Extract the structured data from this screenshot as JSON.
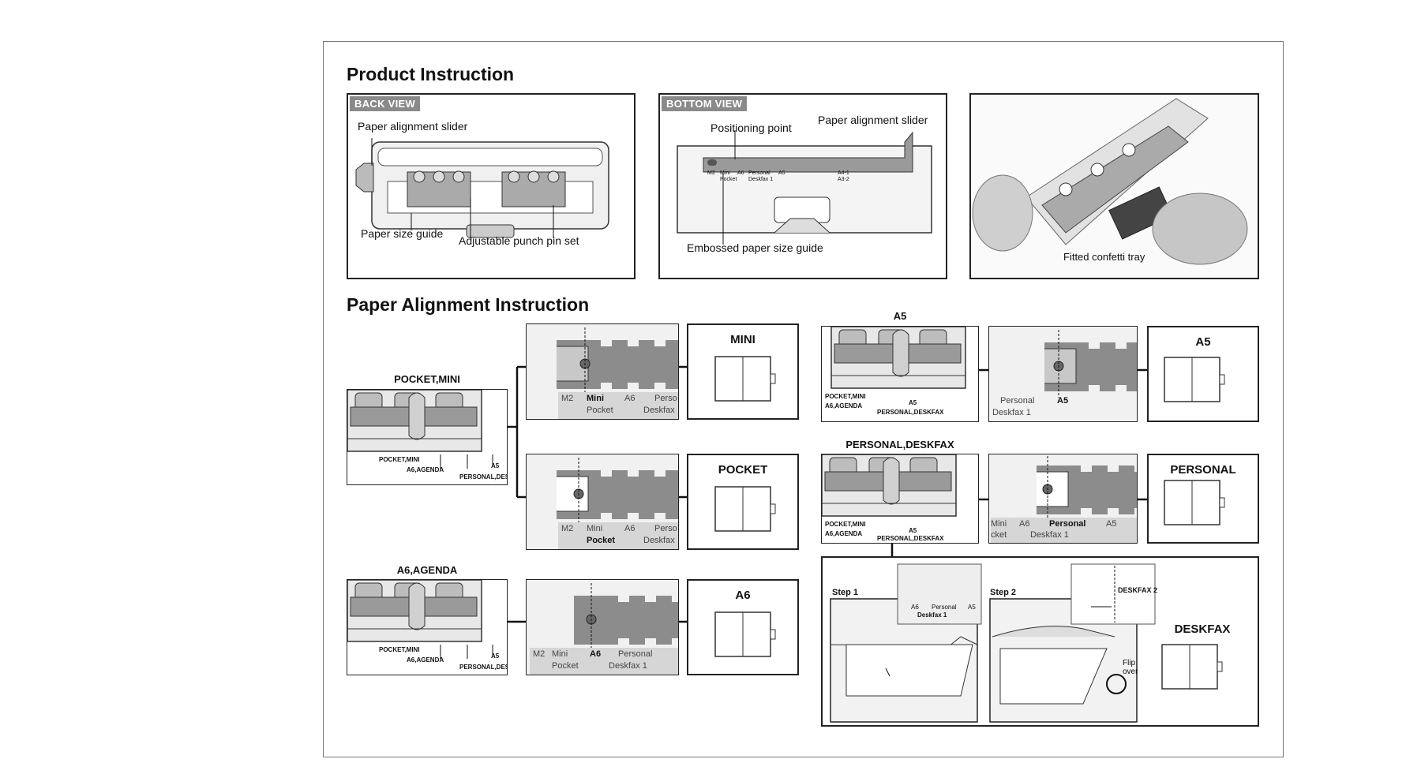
{
  "sections": {
    "product_title": "Product Instruction",
    "alignment_title": "Paper Alignment Instruction"
  },
  "back_view": {
    "tag": "BACK VIEW",
    "slider": "Paper alignment slider",
    "size_guide": "Paper size guide",
    "pin_set": "Adjustable punch pin set"
  },
  "bottom_view": {
    "tag": "BOTTOM VIEW",
    "positioning": "Positioning point",
    "slider": "Paper alignment slider",
    "embossed": "Embossed paper size guide",
    "scale": [
      "M2",
      "Mini",
      "A6",
      "Personal",
      "A5",
      "A4-1"
    ],
    "scale_sub": [
      "Pocket",
      "Deskfax 1",
      "A3-2"
    ]
  },
  "photo": {
    "caption": "Fitted confetti tray"
  },
  "groups": {
    "pocket_mini": "POCKET,MINI",
    "a6_agenda": "A6,AGENDA",
    "a5": "A5",
    "personal_deskfax": "PERSONAL,DESKFAX"
  },
  "punch_labels": {
    "pocket_mini": "POCKET,MINI",
    "a6_agenda": "A6,AGENDA",
    "a5": "A5",
    "personal": "PERSONAL,DESKFAX"
  },
  "sliders": {
    "mini": {
      "top": [
        "M2",
        "Mini",
        "A6",
        "Perso"
      ],
      "bottom": [
        "Pocket",
        "Deskfax"
      ]
    },
    "pocket": {
      "top": [
        "M2",
        "Mini",
        "A6",
        "Perso"
      ],
      "bottom": [
        "Pocket",
        "Deskfax"
      ]
    },
    "a6": {
      "top": [
        "M2",
        "Mini",
        "A6",
        "Personal"
      ],
      "bottom": [
        "Pocket",
        "Deskfax 1"
      ]
    },
    "a5": {
      "top": [
        "Personal",
        "A5"
      ],
      "bottom": [
        "Deskfax 1"
      ]
    },
    "personal": {
      "top": [
        "Mini",
        "A6",
        "Personal",
        "A5"
      ],
      "bottom": [
        "cket",
        "Deskfax 1"
      ]
    },
    "step1": {
      "top": [
        "A6",
        "Personal",
        "A5"
      ],
      "bottom": [
        "Deskfax 1"
      ]
    },
    "step2": "DESKFAX 2"
  },
  "results": {
    "mini": "MINI",
    "pocket": "POCKET",
    "a6": "A6",
    "a5": "A5",
    "personal": "PERSONAL",
    "deskfax": "DESKFAX"
  },
  "steps": {
    "step1": "Step 1",
    "step2": "Step 2",
    "flip": "Flip over"
  },
  "colors": {
    "slider_gray": "#8c8c8c",
    "light_gray": "#d4d4d4",
    "frame": "#222222"
  }
}
